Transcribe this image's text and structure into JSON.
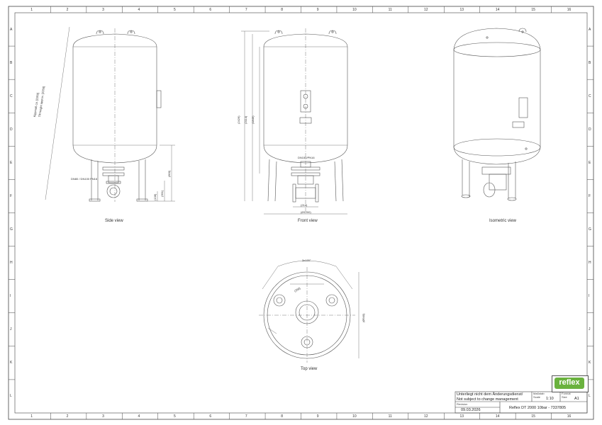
{
  "grid": {
    "columns": [
      "1",
      "2",
      "3",
      "4",
      "5",
      "6",
      "7",
      "8",
      "9",
      "10",
      "11",
      "12",
      "13",
      "14",
      "15",
      "16"
    ],
    "rows": [
      "A",
      "B",
      "C",
      "D",
      "E",
      "F",
      "G",
      "H",
      "I",
      "J",
      "K",
      "L"
    ]
  },
  "views": {
    "side": "Side view",
    "front": "Front view",
    "iso": "Isometric view",
    "top": "Top view"
  },
  "dimensions": {
    "side_diag_1": "Kippmaß ca. [2260]",
    "side_diag_2": "Tilt height approx. [2260]",
    "side_nozzle": "DN80 / DN100 PN16",
    "side_h1": "(800)",
    "side_h2": "(391)",
    "side_h3": "(138)",
    "front_h1": "(2426)",
    "front_h2": "(2114)",
    "front_h3": "(1849)",
    "front_nozzle": "DN150/PN16",
    "front_w1": "(214)",
    "front_w2": "(Ø1200)",
    "top_angle": "3x120°",
    "top_d1": "(350)",
    "top_d2": "(Ø940)"
  },
  "title_block": {
    "note_de": "Unterliegt nicht dem Änderungsdienst/",
    "note_en": "Not subject to change management",
    "revision_label": "Revision",
    "revision_date": "09.03.2026",
    "scale_label_de": "Maßstab",
    "scale_label_en": "Scale",
    "scale_value": "1:10",
    "format_label_de": "Format",
    "format_label_en": "Size",
    "format_value": "A1",
    "description": "Reflex DT 2000 10bar  -  7337805"
  },
  "logo": {
    "text": "reflex",
    "color": "#6ab23e"
  }
}
